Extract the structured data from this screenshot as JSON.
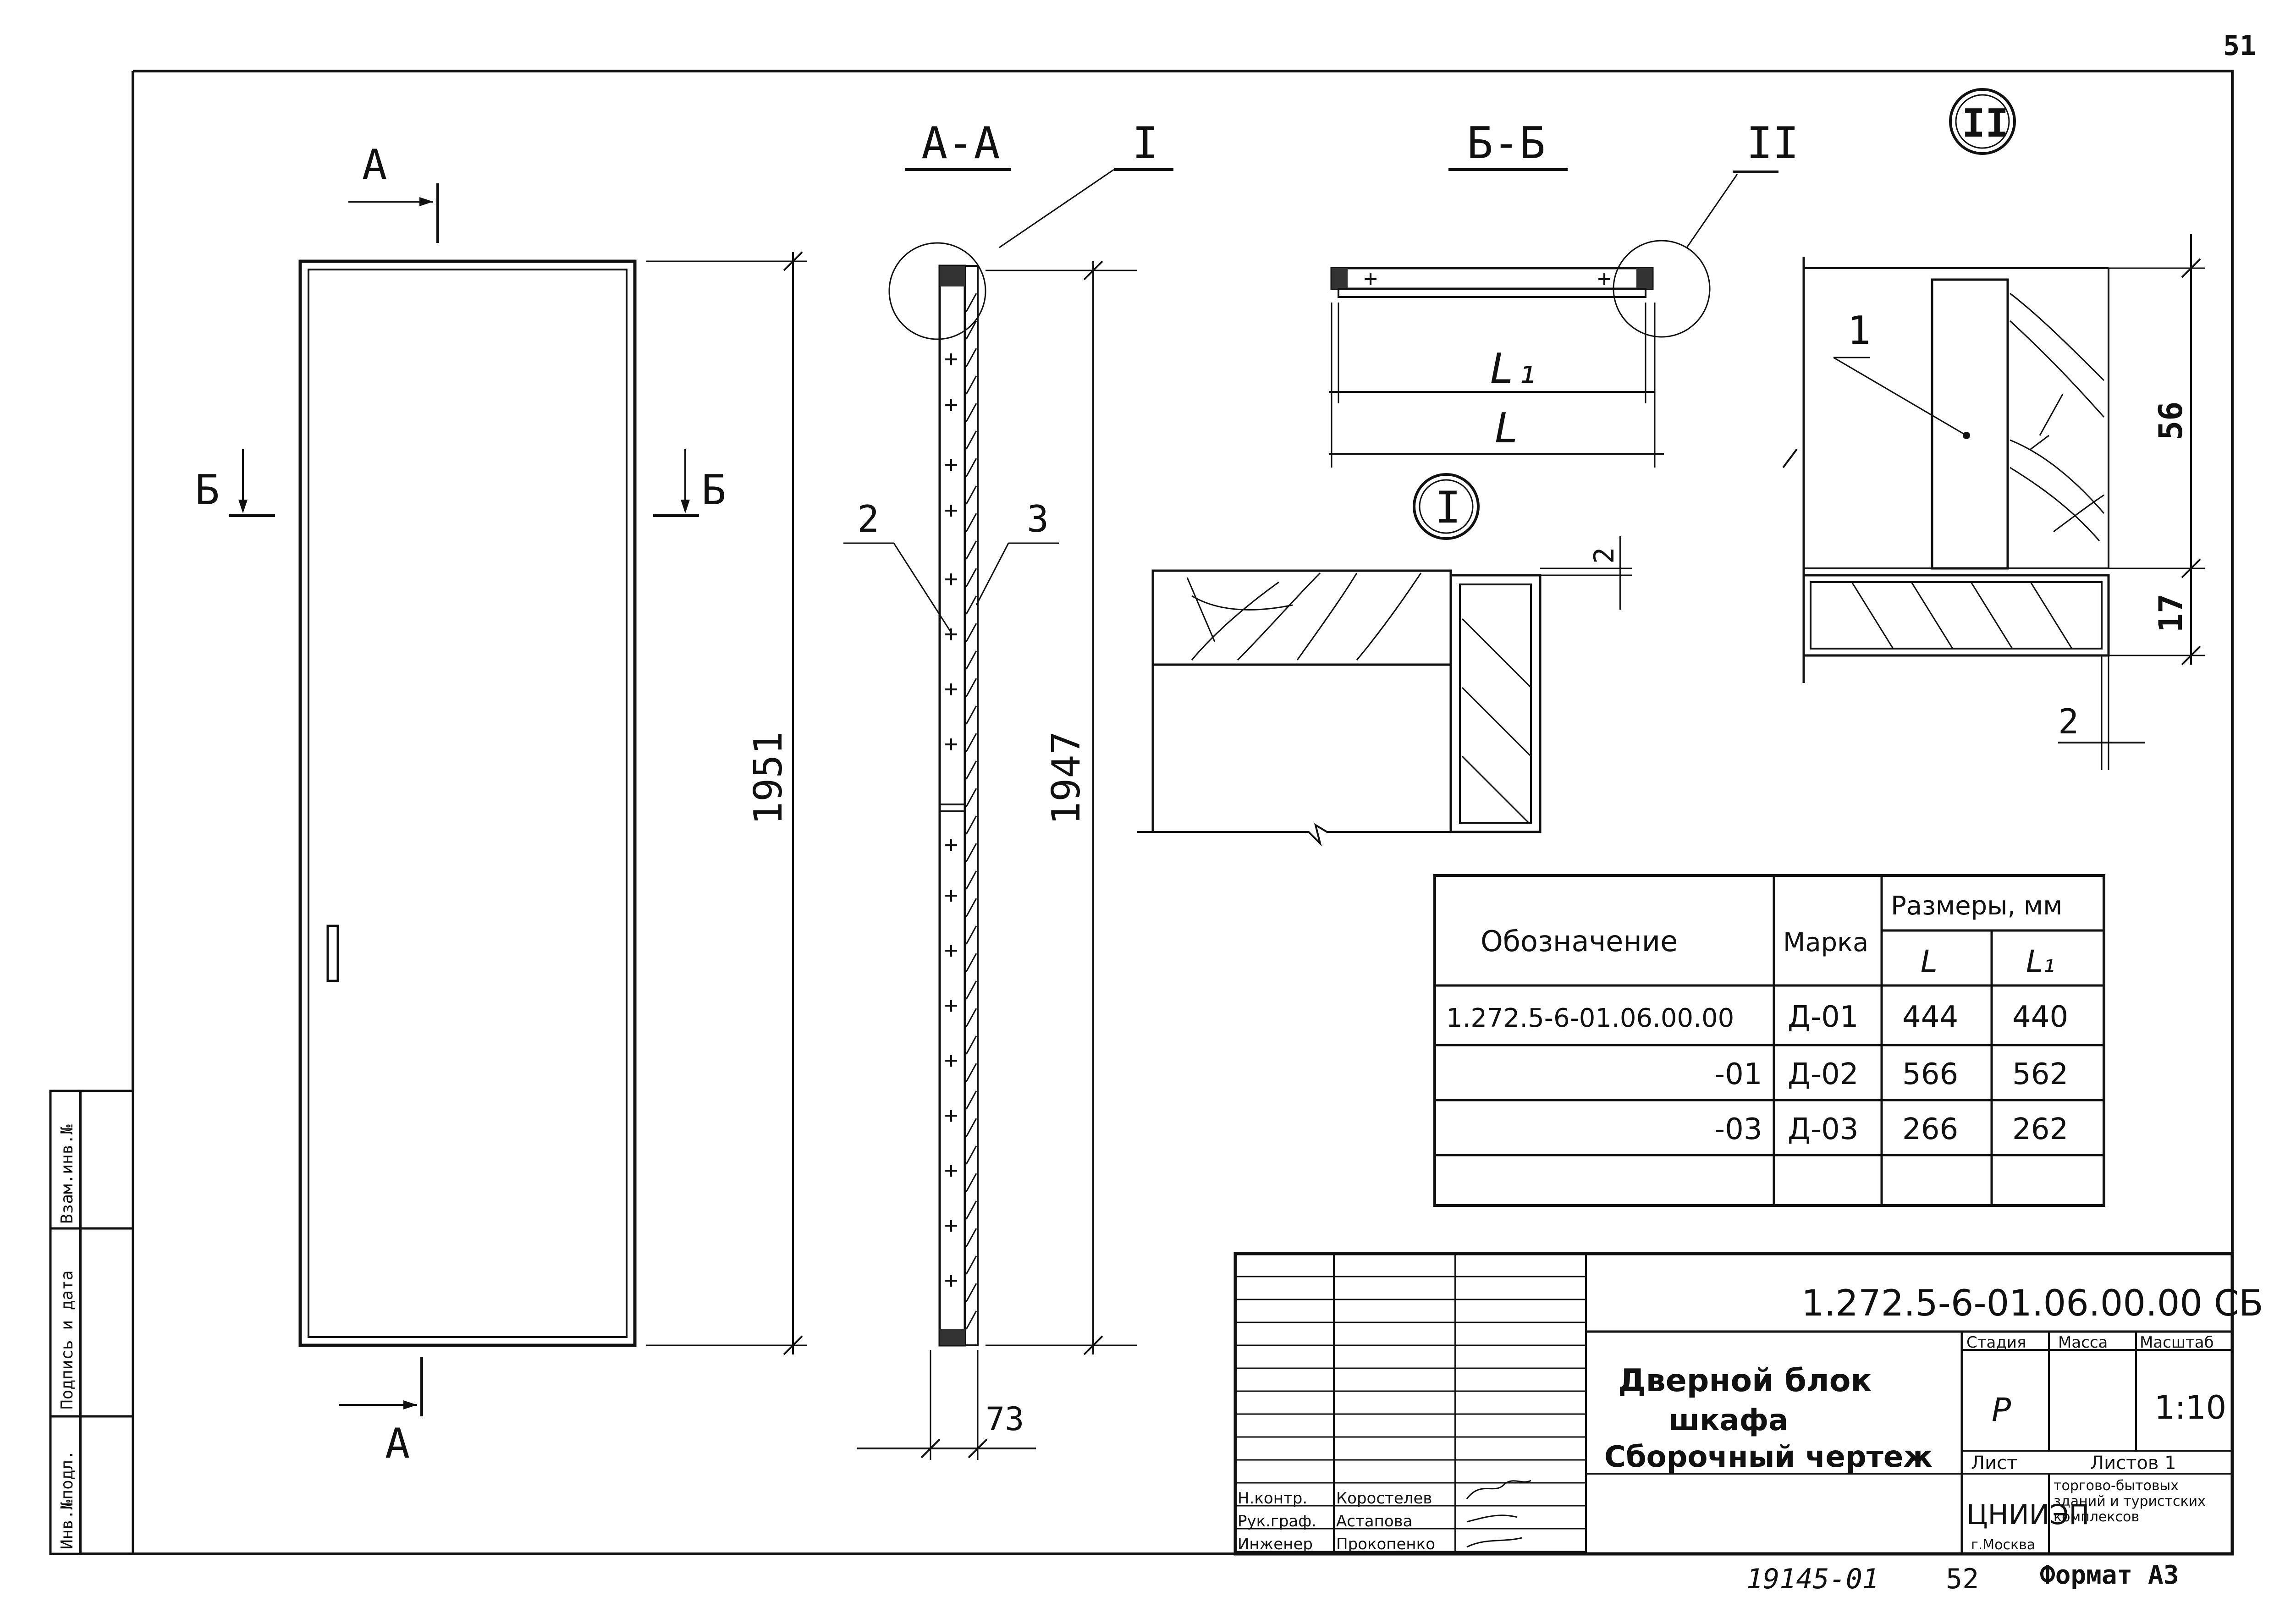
{
  "page_number": "51",
  "views": {
    "front": {
      "section_a_top": "A",
      "section_a_bottom": "A",
      "section_b_left": "Б",
      "section_b_right": "Б",
      "height_dim": "1951"
    },
    "section_aa": {
      "title": "А-А",
      "callout": "I",
      "leader_2": "2",
      "leader_3": "3",
      "height_dim": "1947",
      "thickness_dim": "73"
    },
    "section_bb": {
      "title": "Б-Б",
      "callout": "II",
      "dim_l1": "L₁",
      "dim_l": "L"
    },
    "detail_1": {
      "label": "I",
      "gap_dim": "2"
    },
    "detail_2": {
      "label": "II",
      "leader_1": "1",
      "dim_56": "56",
      "dim_17": "17",
      "gap_dim": "2"
    }
  },
  "table": {
    "header_designation": "Обозначение",
    "header_mark": "Марка",
    "header_sizes": "Размеры, мм",
    "header_l": "L",
    "header_l1": "L₁",
    "rows": [
      {
        "designation": "1.272.5-6-01.06.00.00",
        "mark": "Д-01",
        "l": "444",
        "l1": "440"
      },
      {
        "designation": "-01",
        "mark": "Д-02",
        "l": "566",
        "l1": "562"
      },
      {
        "designation": "-03",
        "mark": "Д-03",
        "l": "266",
        "l1": "262"
      },
      {
        "designation": "",
        "mark": "",
        "l": "",
        "l1": ""
      }
    ]
  },
  "title_block": {
    "doc_code": "1.272.5-6-01.06.00.00 СБ",
    "title_line1": "Дверной блок",
    "title_line2": "шкафа",
    "title_line3": "Сборочный чертеж",
    "stage_label": "Стадия",
    "mass_label": "Масса",
    "scale_label": "Масштаб",
    "stage": "Р",
    "scale": "1:10",
    "sheet_label": "Лист",
    "sheets_label": "Листов 1",
    "org_short": "ЦНИИЭП",
    "org_city": "г.Москва",
    "org_desc": "торгово-бытовых зданий и туристских комплексов",
    "staff": [
      {
        "role": "Н.контр.",
        "name": "Коростелев"
      },
      {
        "role": "Рук.граф.",
        "name": "Астапова"
      },
      {
        "role": "Инженер",
        "name": "Прокопенко"
      }
    ]
  },
  "side_stamp": {
    "c1": "Инв.№подл.",
    "c2": "Подпись и дата",
    "c3": "Взам.инв.№"
  },
  "footer": {
    "archive_no": "19145-01",
    "sheet_no": "52",
    "format": "Формат А3"
  }
}
